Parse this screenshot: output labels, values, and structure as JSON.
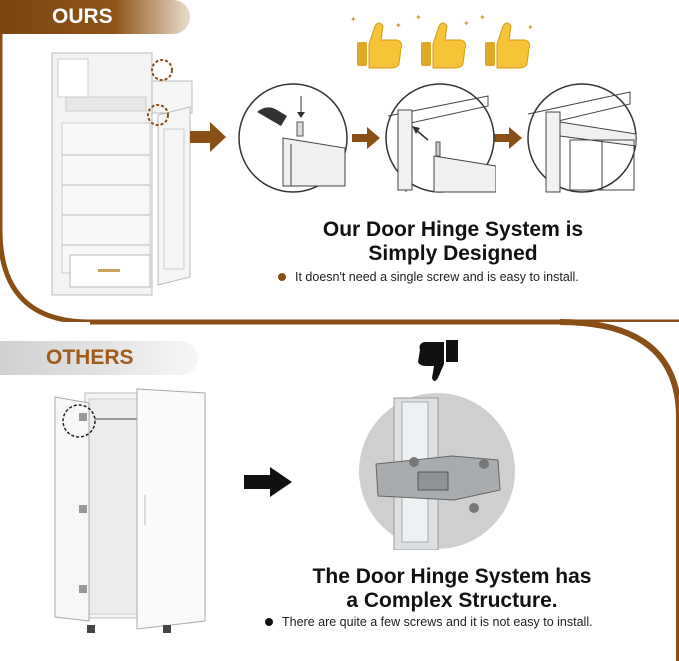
{
  "ours": {
    "tag_label": "OURS",
    "heading_line1": "Our Door Hinge System is",
    "heading_line2": "Simply Designed",
    "bullet_text": "It doesn't need a single screw and is easy to install.",
    "thumb_icons": [
      "thumbs-up-icon",
      "thumbs-up-icon",
      "thumbs-up-icon"
    ],
    "accent_color": "#8a4f16"
  },
  "others": {
    "tag_label": "OTHERS",
    "heading_line1": "The Door Hinge System has",
    "heading_line2": "a Complex Structure.",
    "bullet_text": "There are quite a few screws and it is not easy to install.",
    "thumb_icon": "thumbs-down-icon",
    "tag_text_color": "#a25a18"
  },
  "colors": {
    "brown": "#8a4f16",
    "thumb_yellow": "#f7c437",
    "light_gray": "#e6e6e6"
  }
}
